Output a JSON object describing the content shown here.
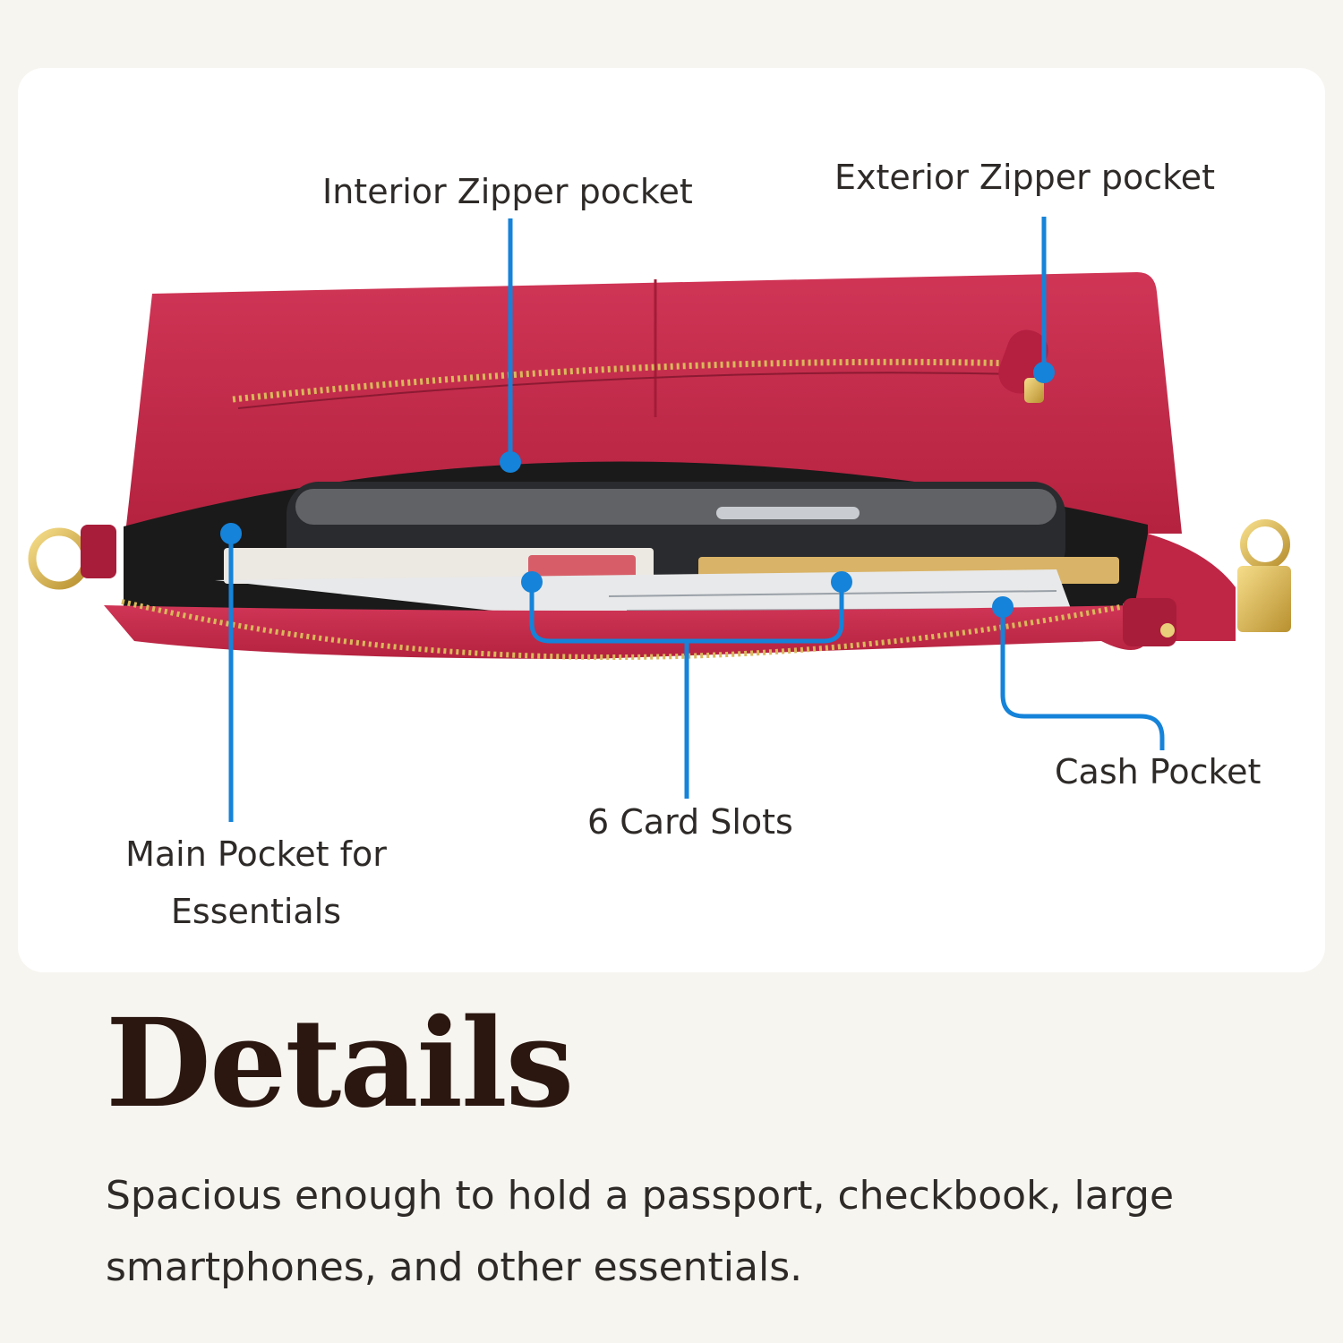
{
  "colors": {
    "page_background": "#f7f5f0",
    "card_background": "#ffffff",
    "leather": "#c62a4c",
    "callout_line": "#1583d9",
    "title": "#2b1610",
    "text": "#2d2a28"
  },
  "callouts": {
    "interior_zipper_pocket": "Interior Zipper pocket",
    "exterior_zipper_pocket": "Exterior Zipper pocket",
    "cash_pocket": "Cash Pocket",
    "card_slots": "6 Card Slots",
    "main_pocket": "Main Pocket for Essentials"
  },
  "heading": {
    "title": "Details",
    "description": "Spacious enough to hold a passport, checkbook, large smartphones, and other essentials."
  }
}
